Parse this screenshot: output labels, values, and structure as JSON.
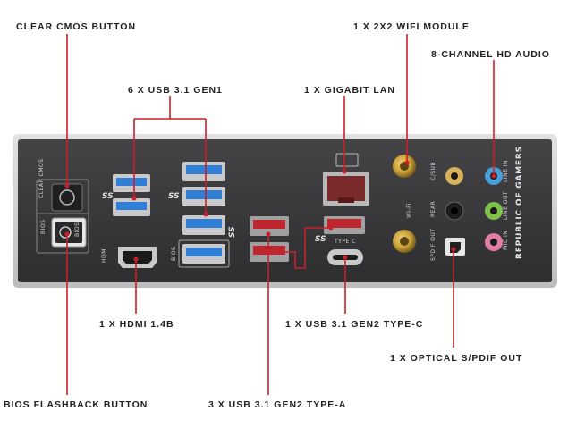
{
  "callouts": {
    "clear_cmos": "CLEAR CMOS BUTTON",
    "usb31_gen1": "6 X USB 3.1 GEN1",
    "gigabit_lan": "1 X GIGABIT LAN",
    "wifi": "1 X 2X2 WIFI MODULE",
    "hd_audio": "8-CHANNEL HD AUDIO",
    "hdmi": "1 X HDMI 1.4B",
    "typec": "1 X USB 3.1 GEN2 TYPE-C",
    "optical": "1 X OPTICAL S/PDIF OUT",
    "bios_flashback": "BIOS FLASHBACK BUTTON",
    "gen2_typea": "3 X USB 3.1 GEN2 TYPE-A"
  },
  "panel": {
    "clear_cmos_label": "CLEAR CMOS",
    "bios_label": "BIOS",
    "bios_button_label": "BIOS",
    "hdmi_label": "HDMI",
    "bios_usb_label": "BIOS",
    "ss_logo": "SS",
    "type_c_label": "TYPE C",
    "wifi_label": "Wi-Fi",
    "csub_label": "C/SUB",
    "rear_label": "REAR",
    "spdif_label": "SPDIF OUT",
    "line_in_label": "LINE IN",
    "line_out_label": "LINE OUT",
    "mic_in_label": "MIC IN",
    "rog_text": "REPUBLIC OF GAMERS"
  },
  "colors": {
    "panel": "#3a3a3c",
    "frame": "#d4d4d4",
    "usb_gen1": "#2f7fd6",
    "usb_gen2": "#c0262d",
    "callout_line": "#c8202a",
    "gold": "#c9a23a"
  }
}
